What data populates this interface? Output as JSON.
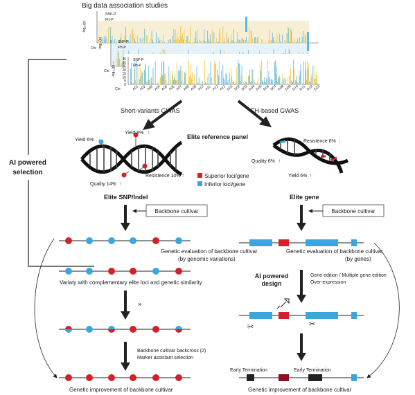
{
  "header": {
    "title": "Big data association studies"
  },
  "manhattan": {
    "legend_snp": "SNP-P",
    "legend_fh": "FH-P",
    "ylabel": "-log₁₀(p)",
    "chr_label": "Chr",
    "yticks": [
      "35",
      "30",
      "25",
      "20",
      "15",
      "10",
      "5",
      "0"
    ],
    "chromosomes": [
      "A01",
      "A02",
      "A03",
      "A04",
      "A05",
      "A06",
      "A07",
      "A08",
      "A09",
      "A10",
      "A11",
      "A12",
      "A13",
      "D01",
      "D02",
      "D03",
      "D04",
      "D05",
      "D06",
      "D07",
      "D08",
      "D09",
      "D10",
      "D11",
      "D12",
      "D13"
    ],
    "colors": {
      "snp": "#5bb8e0",
      "fh": "#f2c230"
    }
  },
  "sidebar": {
    "line1": "AI powered",
    "line2": "selection"
  },
  "arrows": {
    "left_label": "Short-variants GWAS",
    "right_label": "FH-based GWAS"
  },
  "reference": {
    "title": "Elite reference panel"
  },
  "snp_panel": {
    "traits": [
      {
        "label": "Yield  6%",
        "arrow": "↓",
        "arrow_color": "#2a9fd8"
      },
      {
        "label": "Yield  8%",
        "arrow": "↑",
        "arrow_color": "#d4202a"
      },
      {
        "label": "Resistence 10%",
        "arrow": "↑",
        "arrow_color": "#d4202a"
      },
      {
        "label": "Quality 14%",
        "arrow": "↑",
        "arrow_color": "#d4202a"
      }
    ],
    "title": "Elite SNP/Indel"
  },
  "gene_panel": {
    "traits": [
      {
        "label": "Resistence 6%",
        "arrow": "↓",
        "arrow_color": "#2a9fd8"
      },
      {
        "label": "Quality 6%",
        "arrow": "↑",
        "arrow_color": "#d4202a"
      },
      {
        "label": "Yield 6%",
        "arrow": "↑",
        "arrow_color": "#d4202a"
      }
    ],
    "title": "Elite gene"
  },
  "legend": {
    "superior": "Superior loci/gene",
    "inferior": "Inferior loci/gene",
    "superior_color": "#d4202a",
    "inferior_color": "#39a7dc"
  },
  "left_flow": {
    "backbone": "Backbone cultivar",
    "eval_line1": "Genetic evaluation of backbone cultivar",
    "eval_line2": "(by genomic variations)",
    "variety": "Variaty with complementary elite loci and genetic similarity",
    "cross": "×",
    "backcross": "Backbone cultivar backcross (2)",
    "marker": "Marker assistant selection",
    "improve": "Genetic improvement of backbone cultivar"
  },
  "right_flow": {
    "backbone": "Backbone cultivar",
    "eval_line1": "Genetic evaluation of backbone cultivar",
    "eval_line2": "(by genes)",
    "ai_line1": "AI powered",
    "ai_line2": "design",
    "edit_line1": "Gene edition / Multiple gene edition",
    "edit_line2": "Over-expression",
    "term1": "Early Termination",
    "term2": "Early Termination",
    "improve": "Genetic improvement of backbone cultivar"
  }
}
